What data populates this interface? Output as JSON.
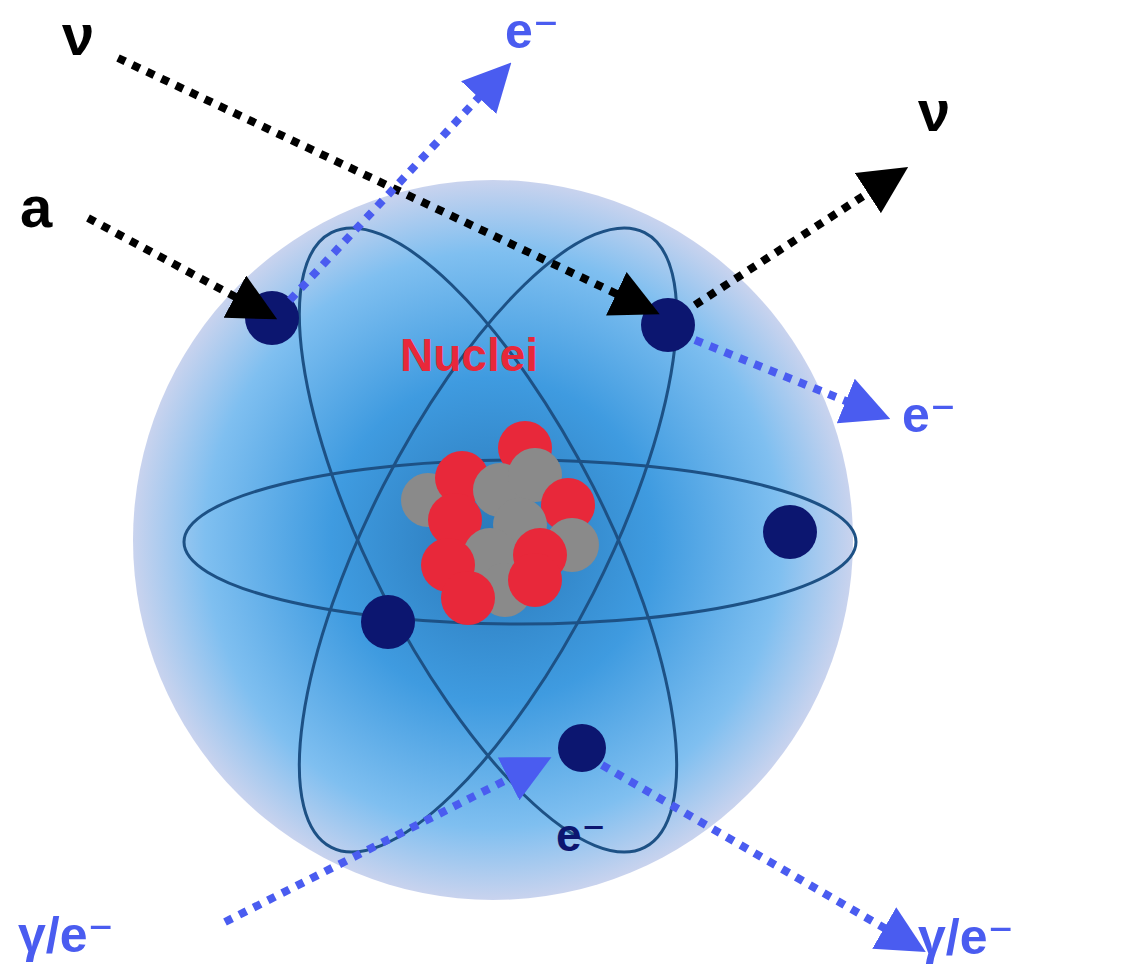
{
  "diagram": {
    "labels": [
      "ν",
      "e⁻",
      "ν",
      "a",
      "e⁻",
      "Nuclei",
      "e⁻",
      "γ/e⁻",
      "γ/e⁻"
    ]
  }
}
